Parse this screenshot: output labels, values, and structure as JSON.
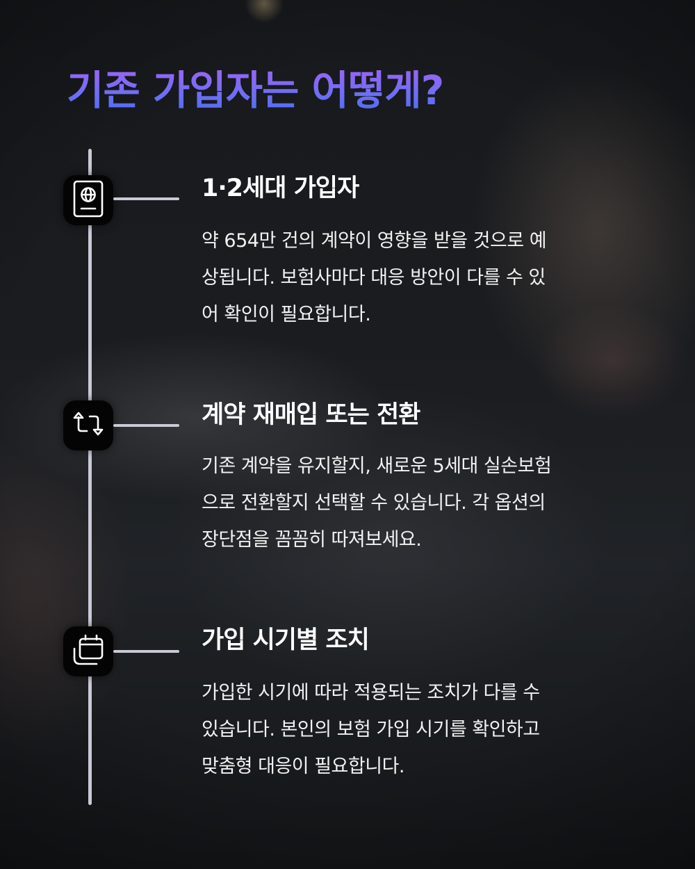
{
  "header": {
    "title": "기존 가입자는 어떻게?"
  },
  "colors": {
    "title_gradient_top": "#9d63f5",
    "title_gradient_bottom": "#4a6cf0",
    "timeline_line": "#c9cad6",
    "icon_box": "#040404",
    "text": "#ffffff"
  },
  "timeline": {
    "items": [
      {
        "icon": "passport-globe-icon",
        "title": "1·2세대 가입자",
        "description_lines": [
          "약 654만 건의 계약이 영향을 받을 것으로 예",
          "상됩니다. 보험사마다 대응 방안이 다를 수 있",
          "어 확인이 필요합니다."
        ]
      },
      {
        "icon": "swap-arrows-icon",
        "title": "계약 재매입 또는 전환",
        "description_lines": [
          "기존 계약을 유지할지, 새로운 5세대 실손보험",
          "으로 전환할지 선택할 수 있습니다. 각 옵션의",
          "장단점을 꼼꼼히 따져보세요."
        ]
      },
      {
        "icon": "calendar-stack-icon",
        "title": "가입 시기별 조치",
        "description_lines": [
          "가입한 시기에 따라 적용되는 조치가 다를 수",
          "있습니다. 본인의 보험 가입 시기를 확인하고",
          "맞춤형 대응이 필요합니다."
        ]
      }
    ]
  }
}
